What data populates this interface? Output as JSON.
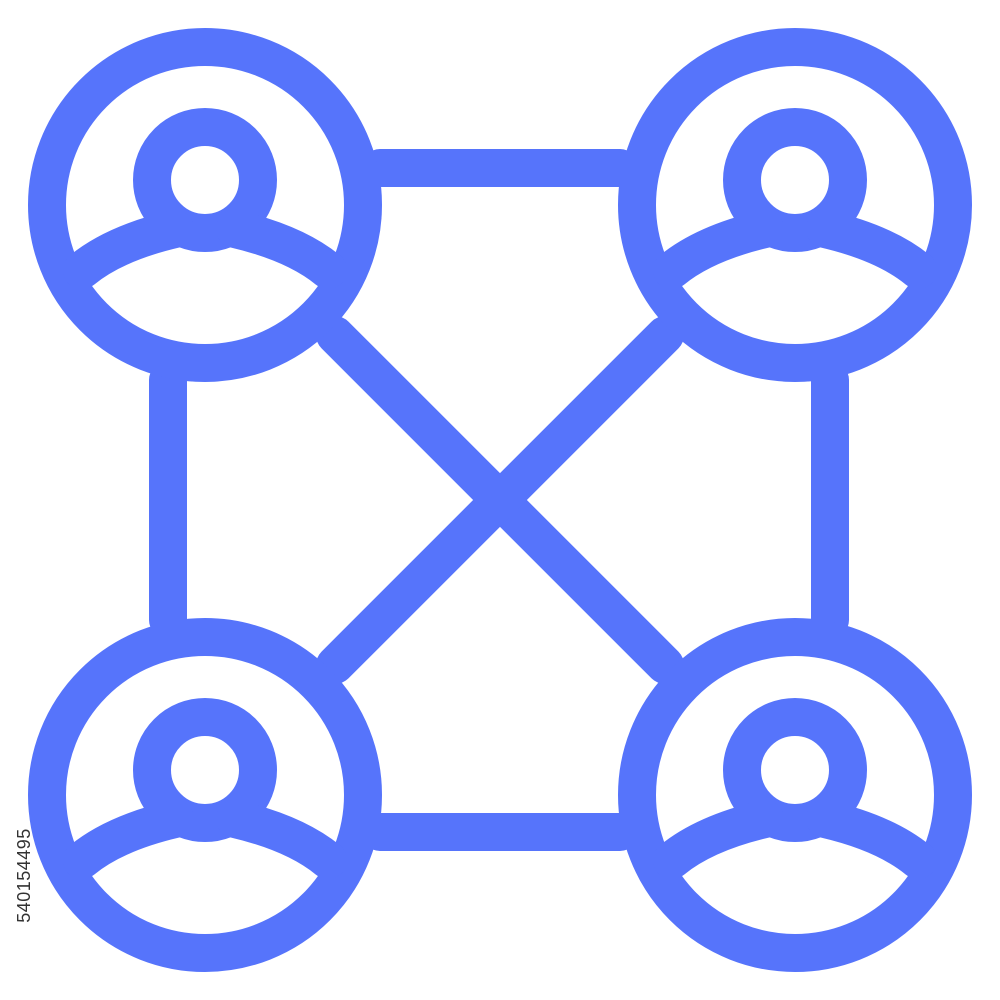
{
  "icon": {
    "name": "user-network-icon",
    "color": "#5674fb",
    "background": "#ffffff",
    "nodes": [
      "top-left",
      "top-right",
      "bottom-left",
      "bottom-right"
    ]
  },
  "watermark": {
    "id_text": "540154495"
  }
}
